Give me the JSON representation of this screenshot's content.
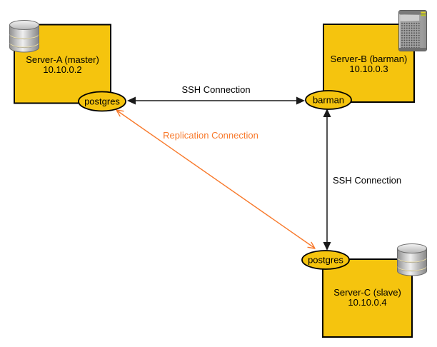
{
  "colors": {
    "node_fill": "#f5c40e",
    "outline": "#000000",
    "ssh_arrow": "#1a1a1a",
    "replication": "#f8792b",
    "background": "#ffffff"
  },
  "nodes": [
    {
      "name": "Server-A (master)",
      "ip": "10.10.0.2",
      "icon": "database-icon"
    },
    {
      "name": "Server-B (barman)",
      "ip": "10.10.0.3",
      "icon": "server-icon"
    },
    {
      "name": "Server-C (slave)",
      "ip": "10.10.0.4",
      "icon": "database-icon"
    }
  ],
  "processes": [
    {
      "label": "postgres",
      "host": "Server-A (master)"
    },
    {
      "label": "barman",
      "host": "Server-B (barman)"
    },
    {
      "label": "postgres",
      "host": "Server-C (slave)"
    }
  ],
  "connections": [
    {
      "label": "SSH Connection",
      "from": "postgres (Server-A)",
      "to": "barman (Server-B)",
      "style": "black-double-arrow"
    },
    {
      "label": "SSH Connection",
      "from": "barman (Server-B)",
      "to": "postgres (Server-C)",
      "style": "black-double-arrow"
    },
    {
      "label": "Replication Connection",
      "from": "postgres (Server-A)",
      "to": "postgres (Server-C)",
      "style": "orange-double-arrow"
    }
  ]
}
